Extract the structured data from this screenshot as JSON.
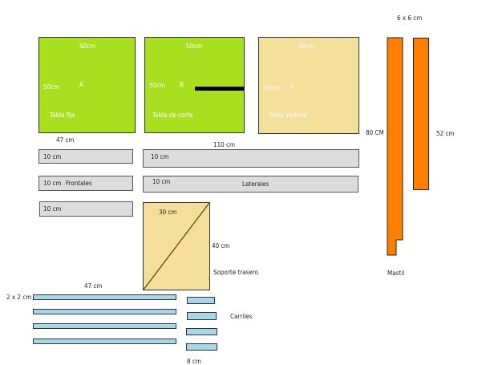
{
  "panels": [
    {
      "letter": "A",
      "width": "50cm",
      "height": "50cm",
      "name": "Tabla fija"
    },
    {
      "letter": "B",
      "width": "50cm",
      "height": "50cm",
      "name": "Tabla de corte"
    },
    {
      "letter": "C",
      "width": "50cm",
      "height": "50cm",
      "name": "Tabla vertical"
    }
  ],
  "frontales": {
    "length": "47 cm",
    "widths": [
      "10 cm",
      "10 cm",
      "10 cm"
    ],
    "name": "Frontales"
  },
  "laterales": {
    "length": "110 cm",
    "widths": [
      "10 cm",
      "10 cm"
    ],
    "name": "Laterales"
  },
  "soporte": {
    "width": "30 cm",
    "height": "40 cm",
    "name": "Soporte trasero"
  },
  "carriles": {
    "length": "47 cm",
    "section": "2 x 2 cm",
    "short_length": "8 cm",
    "name": "Carriles"
  },
  "mastil": {
    "section": "6 x 6 cm",
    "long_length": "80 CM",
    "short_length": "52 cm",
    "name": "Mastil"
  },
  "colors": {
    "green": "#a8e020",
    "tan": "#f3de9a",
    "gray": "#dcdcdc",
    "blue": "#a8d8e8",
    "orange": "#ff8000"
  }
}
